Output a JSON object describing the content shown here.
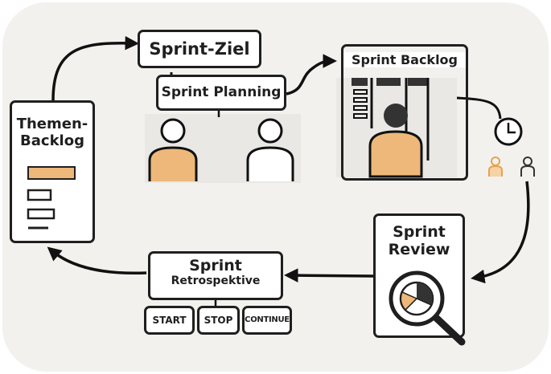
{
  "diagram": {
    "nodes": {
      "sprint_ziel": {
        "label": "Sprint-Ziel"
      },
      "sprint_planning": {
        "label": "Sprint Planning"
      },
      "sprint_backlog": {
        "label": "Sprint Backlog"
      },
      "themen_backlog": {
        "line1": "Themen-",
        "line2": "Backlog"
      },
      "sprint_review": {
        "line1": "Sprint",
        "line2": "Review"
      },
      "sprint_retro": {
        "line1": "Sprint",
        "line2": "Retrospektive"
      },
      "retro_actions": [
        "START",
        "STOP",
        "CONTINUE"
      ]
    },
    "icons": [
      "person-icon",
      "clock-icon",
      "magnifier-chart-icon"
    ],
    "colors": {
      "background": "#f2f1ee",
      "outline": "#1f1f1f",
      "accent": "#edb879",
      "panel": "#e9e8e5"
    }
  }
}
